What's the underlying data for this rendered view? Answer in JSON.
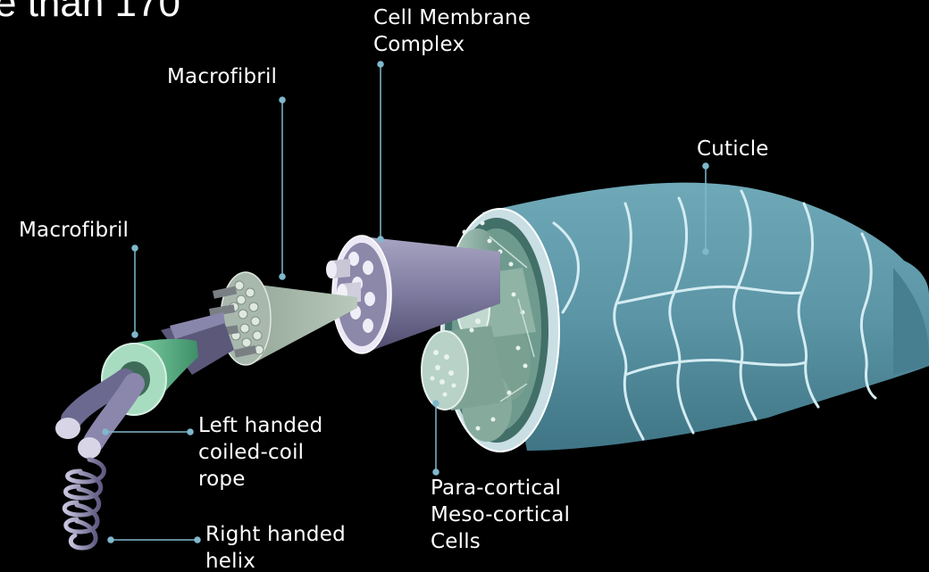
{
  "heading_fragment": "e than 170",
  "labels": {
    "cell_membrane_complex": "Cell Membrane\nComplex",
    "macrofibril_upper": "Macrofibril",
    "macrofibril_left": "Macrofibril",
    "cuticle": "Cuticle",
    "left_handed": "Left handed\ncoiled-coil\nrope",
    "right_handed": "Right handed\nhelix",
    "cortical_cells": "Para-cortical\nMeso-cortical\nCells"
  },
  "colors": {
    "background": "#000000",
    "label_text": "#ffffff",
    "leader_line": "#7fb8cc",
    "cuticle": "#5e98a8",
    "cortex_cell": "#86ac9f",
    "cell_membrane_complex": "#8a86a8",
    "macrofibril": "#8ea293",
    "intermediate_filament": "#66b58c",
    "helix": "#8a86ac"
  },
  "icons": [
    "leader-line-marker"
  ]
}
